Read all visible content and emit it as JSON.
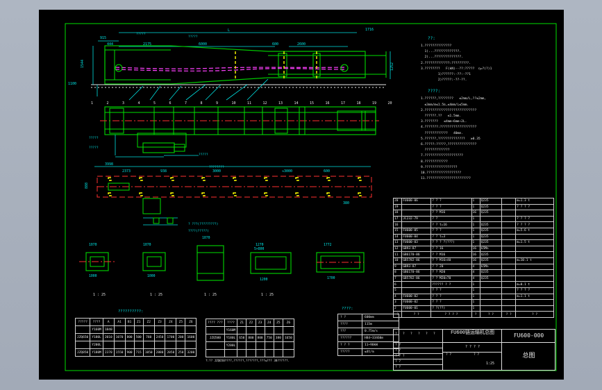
{
  "drawing": {
    "title_line1": "FU600链运输机总图",
    "drawing_no": "FU600-000",
    "sheet_name": "总图",
    "scale": "1:25",
    "header_top": "??:",
    "header_mid": "????:"
  },
  "dims_top": [
    "L",
    "1716",
    "915",
    "444",
    "2175",
    "6000",
    "600",
    "2600",
    "1252",
    "1544",
    "1100"
  ],
  "dims_plan": [
    "3998",
    "2373",
    "938",
    "3000",
    "≈3000",
    "600",
    "888",
    "380"
  ],
  "section_labels": [
    "1 : 25",
    "1 : 25",
    "1 : 25",
    "1 : 25"
  ],
  "section_dims": [
    "1070",
    "1070",
    "1070",
    "1270",
    "1772",
    "1000",
    "1000",
    "1200",
    "1700",
    "5×800"
  ],
  "part_numbers": [
    "1",
    "2",
    "3",
    "4",
    "5",
    "6",
    "7",
    "8",
    "9",
    "10",
    "11",
    "12",
    "13",
    "14",
    "15",
    "16",
    "17",
    "18",
    "19",
    "20"
  ],
  "notes_tech": [
    "1.??????????????",
    "  1)...?????????????.",
    "  2)...??????????????.",
    "2.?????????????:?????????.",
    "3.????????   F(kN)--??:?????  η=?(?)1",
    "         1)??????:-??:-??1",
    "         2)?????:-??-??."
  ],
  "notes_install": [
    "1.??????,????????   ≤2mm/L,??≤2mm,",
    "  ≤3mm/m≤1.5‰,≤4mm/L≤5mm.",
    "2.???????????????????????????",
    "  ??????.??   ≤1.5mm.",
    "3.???????   ≤4mm~6mm~2L.",
    "4.???????:???????????????????",
    "  ????????????   40mm.",
    "5.??????,??????????????   ≥0.35",
    "6.?????:?????,???????????????",
    "  ?????????????",
    "7.????????????????????",
    "8.????????????",
    "9.?????????????????",
    "10.??????????????????",
    "11.???????????????????????"
  ],
  "bom": [
    {
      "no": "20",
      "code": "FU600-06",
      "name": "? ? ?",
      "qty": "1",
      "mat": "Q235",
      "note": "m=1.3 t"
    },
    {
      "no": "19",
      "code": "",
      "name": "? ? ?",
      "qty": "1",
      "mat": "Q235",
      "note": "? ? ? ?"
    },
    {
      "no": "18",
      "code": "",
      "name": "? ?  M16",
      "qty": "16",
      "mat": "Q235",
      "note": ""
    },
    {
      "no": "17",
      "code": "JC232-79",
      "name": "? ?",
      "qty": "1",
      "mat": "",
      "note": "? ? ? ?"
    },
    {
      "no": "16",
      "code": "",
      "name": "? ?  t=16",
      "qty": "1",
      "mat": "Q235",
      "note": "? ? ? ?"
    },
    {
      "no": "15",
      "code": "FU600-05",
      "name": "? ? ?",
      "qty": "1",
      "mat": "Q235",
      "note": "m=5.6 t"
    },
    {
      "no": "14",
      "code": "FU600-04",
      "name": "? ?  t=3",
      "qty": "1",
      "mat": "Q235",
      "note": ""
    },
    {
      "no": "13",
      "code": "FU600-03",
      "name": "? ? ? ?(???)",
      "qty": "1",
      "mat": "Q235",
      "note": "m=1.5 t"
    },
    {
      "no": "12",
      "code": "GB93-87",
      "name": "? ?  16",
      "qty": "16",
      "mat": "65Mn",
      "note": ""
    },
    {
      "no": "11",
      "code": "GB6170-86",
      "name": "? ?  M16",
      "qty": "16",
      "mat": "Q235",
      "note": ""
    },
    {
      "no": "10",
      "code": "GB5782-86",
      "name": "? ?  M16×40",
      "qty": "16",
      "mat": "Q235",
      "note": "m=10.1 t"
    },
    {
      "no": "9",
      "code": "GB93-87",
      "name": "? ?  20",
      "qty": "4",
      "mat": "65Mn",
      "note": ""
    },
    {
      "no": "8",
      "code": "GB6170-86",
      "name": "? ?  M20",
      "qty": "4",
      "mat": "Q235",
      "note": ""
    },
    {
      "no": "7",
      "code": "GB5782-86",
      "name": "? ?  M20×70",
      "qty": "4",
      "mat": "Q235",
      "note": ""
    },
    {
      "no": "6",
      "code": "",
      "name": "?????? ? ?",
      "qty": "1",
      "mat": "",
      "note": "m=0.1 t"
    },
    {
      "no": "5",
      "code": "",
      "name": "? ? ?",
      "qty": "1",
      "mat": "",
      "note": "? ? ? ?"
    },
    {
      "no": "4",
      "code": "FU600-02",
      "name": "? ? ?",
      "qty": "1",
      "mat": "",
      "note": "m=1.1 t"
    },
    {
      "no": "3",
      "code": "FU600-02",
      "name": "? ? ?",
      "qty": "1",
      "mat": "",
      "note": ""
    },
    {
      "no": "2",
      "code": "FU600-01",
      "name": "? ?(??)",
      "qty": "1",
      "mat": "",
      "note": ""
    }
  ],
  "bom_header": [
    "?",
    "? ?",
    "? ? ? ?",
    "?",
    "? ?",
    "? ?",
    "? ?"
  ],
  "table_left_caption": "??????????:",
  "table_left": {
    "header": [
      "?????",
      "????",
      "A",
      "A1",
      "B1",
      "Z1",
      "Z2",
      "Z3",
      "Z4",
      "Z5",
      "Z6"
    ],
    "rows": [
      [
        "",
        "Y160M",
        "1840",
        "",
        "",
        "",
        "",
        "",
        "",
        "",
        ""
      ],
      [
        "JZQ650",
        "Y180L",
        "2010",
        "1070",
        "800",
        "500",
        "760",
        "2450",
        "1700",
        "200",
        "1600"
      ],
      [
        "",
        "Y200L",
        "",
        "",
        "",
        "",
        "",
        "",
        "",
        "",
        ""
      ],
      [
        "JZQ850",
        "Y180M",
        "2370",
        "1550",
        "900",
        "715",
        "1050",
        "2880",
        "2050",
        "250",
        "3200"
      ]
    ]
  },
  "table_mid": {
    "header": [
      "???? ???",
      "????",
      "Z1",
      "Z2",
      "Z3",
      "Z4",
      "Z5",
      "Z6"
    ],
    "rows": [
      [
        "",
        "Y160M",
        "",
        "",
        "",
        "",
        "",
        ""
      ],
      [
        "JZQ500",
        "Y180L",
        "650",
        "800",
        "800",
        "750",
        "380",
        "1650"
      ],
      [
        "",
        "Y200L",
        "",
        "",
        "",
        "",
        "",
        ""
      ],
      [
        "",
        "",
        "",
        "",
        "",
        "",
        "",
        ""
      ]
    ],
    "footnote": "?:?? JZQ650????,??????,???????,???≤??? 38??????."
  },
  "table_right_caption": "????:",
  "table_right": [
    [
      "?  ?",
      "600mm"
    ],
    [
      "????",
      "115m"
    ],
    [
      "???",
      "0.75m/s"
    ],
    [
      "??????",
      "H84~33460m"
    ],
    [
      "? ? ?",
      "11~90kW"
    ],
    [
      "?????",
      "≤4t/m"
    ]
  ],
  "title_block": {
    "rows": [
      "?",
      "?",
      "?",
      "?",
      "?",
      "?"
    ],
    "labels": [
      "? ?",
      "? ?",
      "? ? ?",
      "? ?",
      "? ?"
    ],
    "stage": "? ? ? ?",
    "weight_label": "? ?",
    "scale_label": "? ?"
  },
  "labels_callouts": [
    "?????",
    "?????",
    "?????",
    "?????",
    "?????",
    "????????",
    "? ???(?????????)",
    "????(?????)"
  ]
}
